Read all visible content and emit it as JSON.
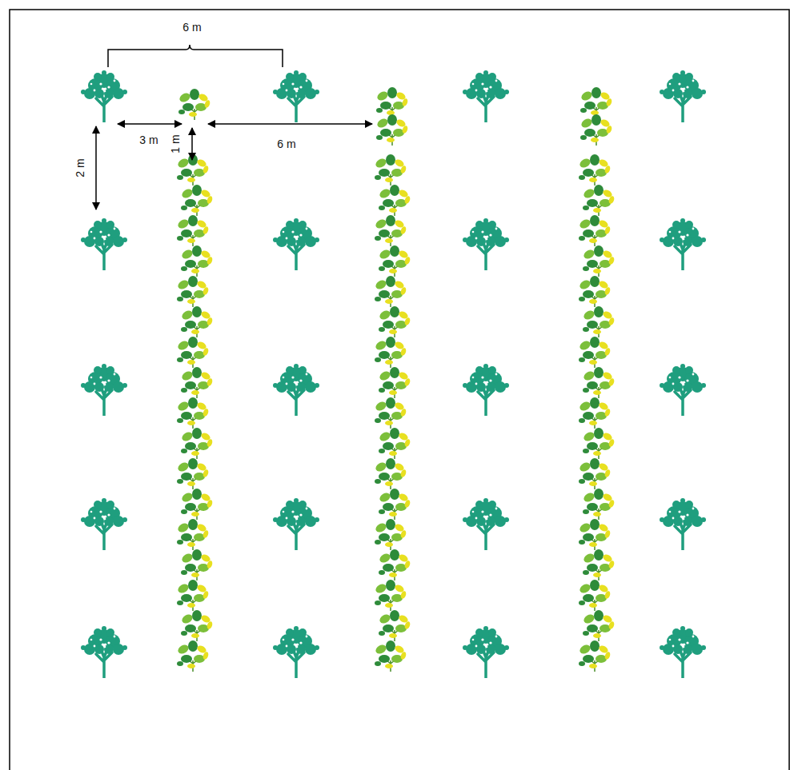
{
  "diagram": {
    "labels": [
      "6 m",
      "3 m",
      "1 m",
      "2 m",
      "6 m"
    ]
  }
}
